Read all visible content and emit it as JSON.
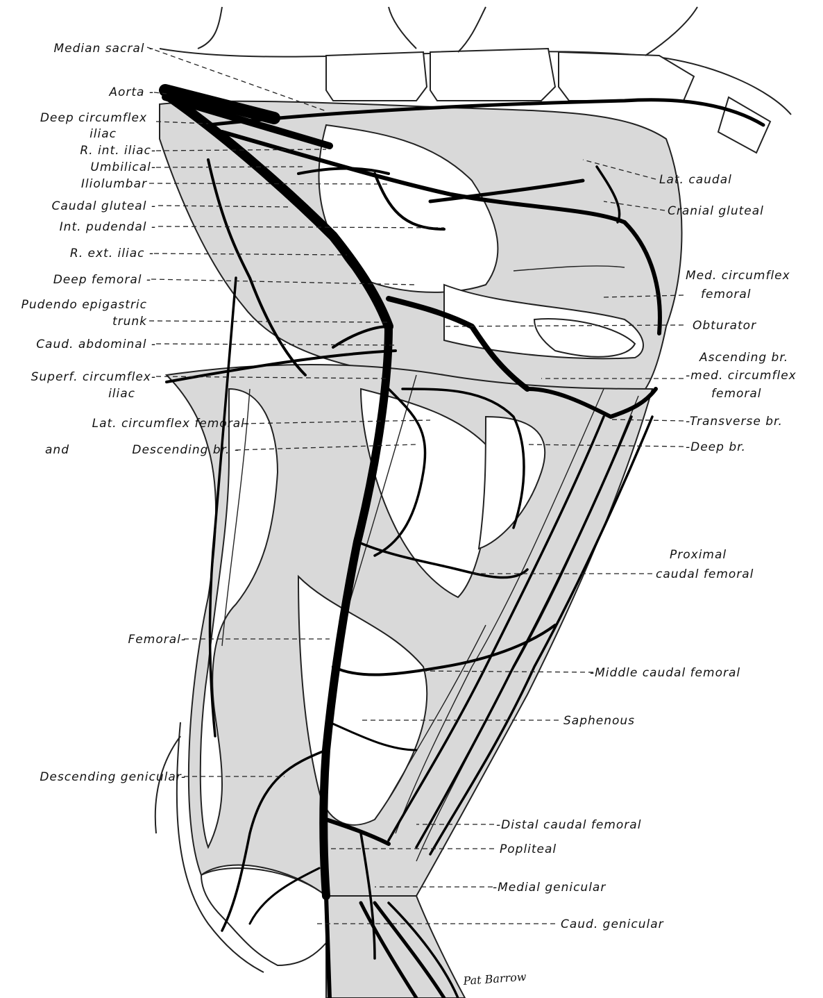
{
  "labels": {
    "median_sacral": "Median sacral -",
    "aorta": "Aorta -",
    "deep_circumflex_iliac_1": "Deep circumflex",
    "deep_circumflex_iliac_2": "iliac",
    "r_int_iliac": "R. int. iliac-",
    "umbilical": "Umbilical-",
    "iliolumbar": "Iliolumbar",
    "caudal_gluteal": "Caudal gluteal -",
    "int_pudendal": "Int. pudendal -",
    "r_ext_iliac": "R. ext. iliac -",
    "deep_femoral": "Deep femoral -",
    "pudendoepigastric_1": "Pudendo epigastric",
    "pudendoepigastric_2": "trunk",
    "caud_abdominal": "Caud. abdominal -",
    "superf_circumflex_1": "Superf. circumflex-",
    "superf_circumflex_2": "iliac",
    "lat_circumflex_femoral": "Lat. circumflex femoral-",
    "and": "and",
    "descending_br": "Descending br. -",
    "femoral": "Femoral-",
    "descending_genicular": "Descending genicular-",
    "lat_caudal": "Lat. caudal",
    "cranial_gluteal": "Cranial gluteal",
    "med_circumflex_femoral_1": "Med. circumflex",
    "med_circumflex_femoral_2": "femoral",
    "obturator": "Obturator",
    "ascending_br_1": "Ascending br.",
    "ascending_br_2": "-med. circumflex",
    "ascending_br_3": "femoral",
    "transverse_br": "-Transverse br.",
    "deep_br": "-Deep br.",
    "proximal_caudal_femoral_1": "Proximal",
    "proximal_caudal_femoral_2": "caudal femoral",
    "middle_caudal_femoral": "-Middle caudal femoral",
    "saphenous": "Saphenous",
    "distal_caudal_femoral": "-Distal caudal femoral",
    "popliteal": "Popliteal",
    "medial_genicular": "-Medial genicular",
    "caud_genicular": "Caud. genicular"
  },
  "signature": "Pat Barrow"
}
